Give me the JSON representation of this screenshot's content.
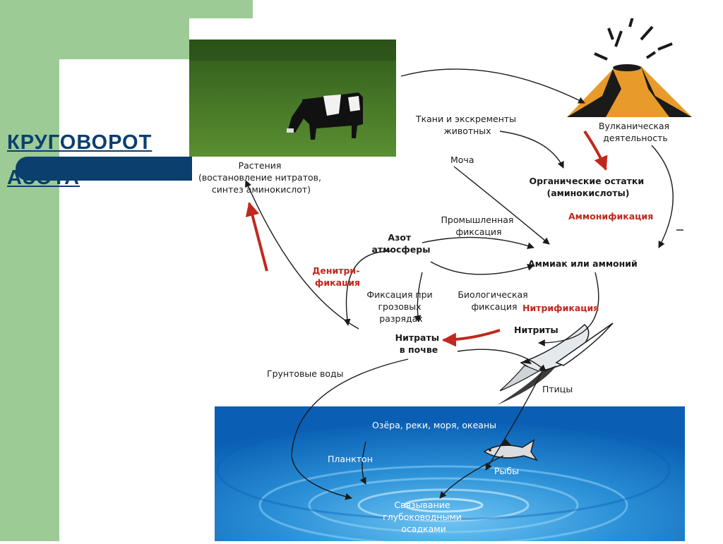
{
  "slide": {
    "title_line1": "КРУГОВОРОТ",
    "title_line2": "АЗОТА"
  },
  "diagram": {
    "labels": {
      "plants": [
        "Растения",
        "(востановление нитратов,",
        "синтез аминокислот)"
      ],
      "animal_tissues": [
        "Ткани и экскременты",
        "животных"
      ],
      "volcanic": [
        "Вулканическая",
        "деятельность"
      ],
      "urine": "Моча",
      "organic_remains": [
        "Органические остатки",
        "(аминокислоты)"
      ],
      "ammonification": "Аммонификация",
      "industrial_fixation": [
        "Промышленная",
        "фиксация"
      ],
      "atmospheric_nitrogen": [
        "Азот",
        "атмосферы"
      ],
      "ammonia": "Аммиак или аммоний",
      "denitrification": [
        "Денитри-",
        "фикация"
      ],
      "lightning_fixation": [
        "Фиксация при",
        "грозовых",
        "разрядах"
      ],
      "biological_fixation": [
        "Биологическая",
        "фиксация"
      ],
      "nitrification": "Нитрификация",
      "nitrites": "Нитриты",
      "soil_nitrates": [
        "Нитраты",
        "в почве"
      ],
      "groundwater": "Грунтовые воды",
      "birds": "Птицы",
      "waters": "Озёра, реки, моря, океаны",
      "plankton": "Планктон",
      "fish": "Рыбы",
      "deep_sediment": [
        "Связывание",
        "глубоководными",
        "осадками"
      ]
    },
    "colors": {
      "arrow_black": "#1a1a1a",
      "arrow_red": "#c0281e",
      "water_light": "#3fa9e6",
      "water_dark": "#0a5fb4",
      "grass": "#3f6d22",
      "volcano": "#e89a2a"
    },
    "icons": [
      "cow-photo",
      "volcano-icon",
      "bird-icon",
      "fish-icon",
      "water-ripple"
    ]
  }
}
